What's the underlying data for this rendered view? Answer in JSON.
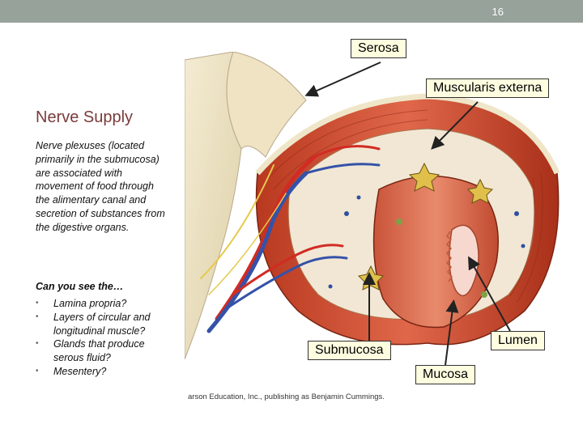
{
  "slide": {
    "number": "16"
  },
  "text": {
    "heading": "Nerve Supply",
    "body": "Nerve plexuses (located primarily in the submucosa) are associated with movement of food through the alimentary canal and secretion of substances from the digestive organs.",
    "question": "Can you see the…",
    "items": [
      "Lamina propria?",
      "Layers of circular and longitudinal muscle?",
      "Glands that produce serous fluid?",
      "Mesentery?"
    ]
  },
  "figure": {
    "credit": "arson Education, Inc., publishing as Benjamin Cummings.",
    "labels": {
      "serosa": "Serosa",
      "muscularis": "Muscularis externa",
      "submucosa": "Submucosa",
      "lumen": "Lumen",
      "mucosa": "Mucosa"
    }
  },
  "colors": {
    "topbar": "#97a29a",
    "heading": "#7a3b3b",
    "label_fill": "#fffde0",
    "muscle": "#c84a2c",
    "serosa": "#efe6c9"
  }
}
